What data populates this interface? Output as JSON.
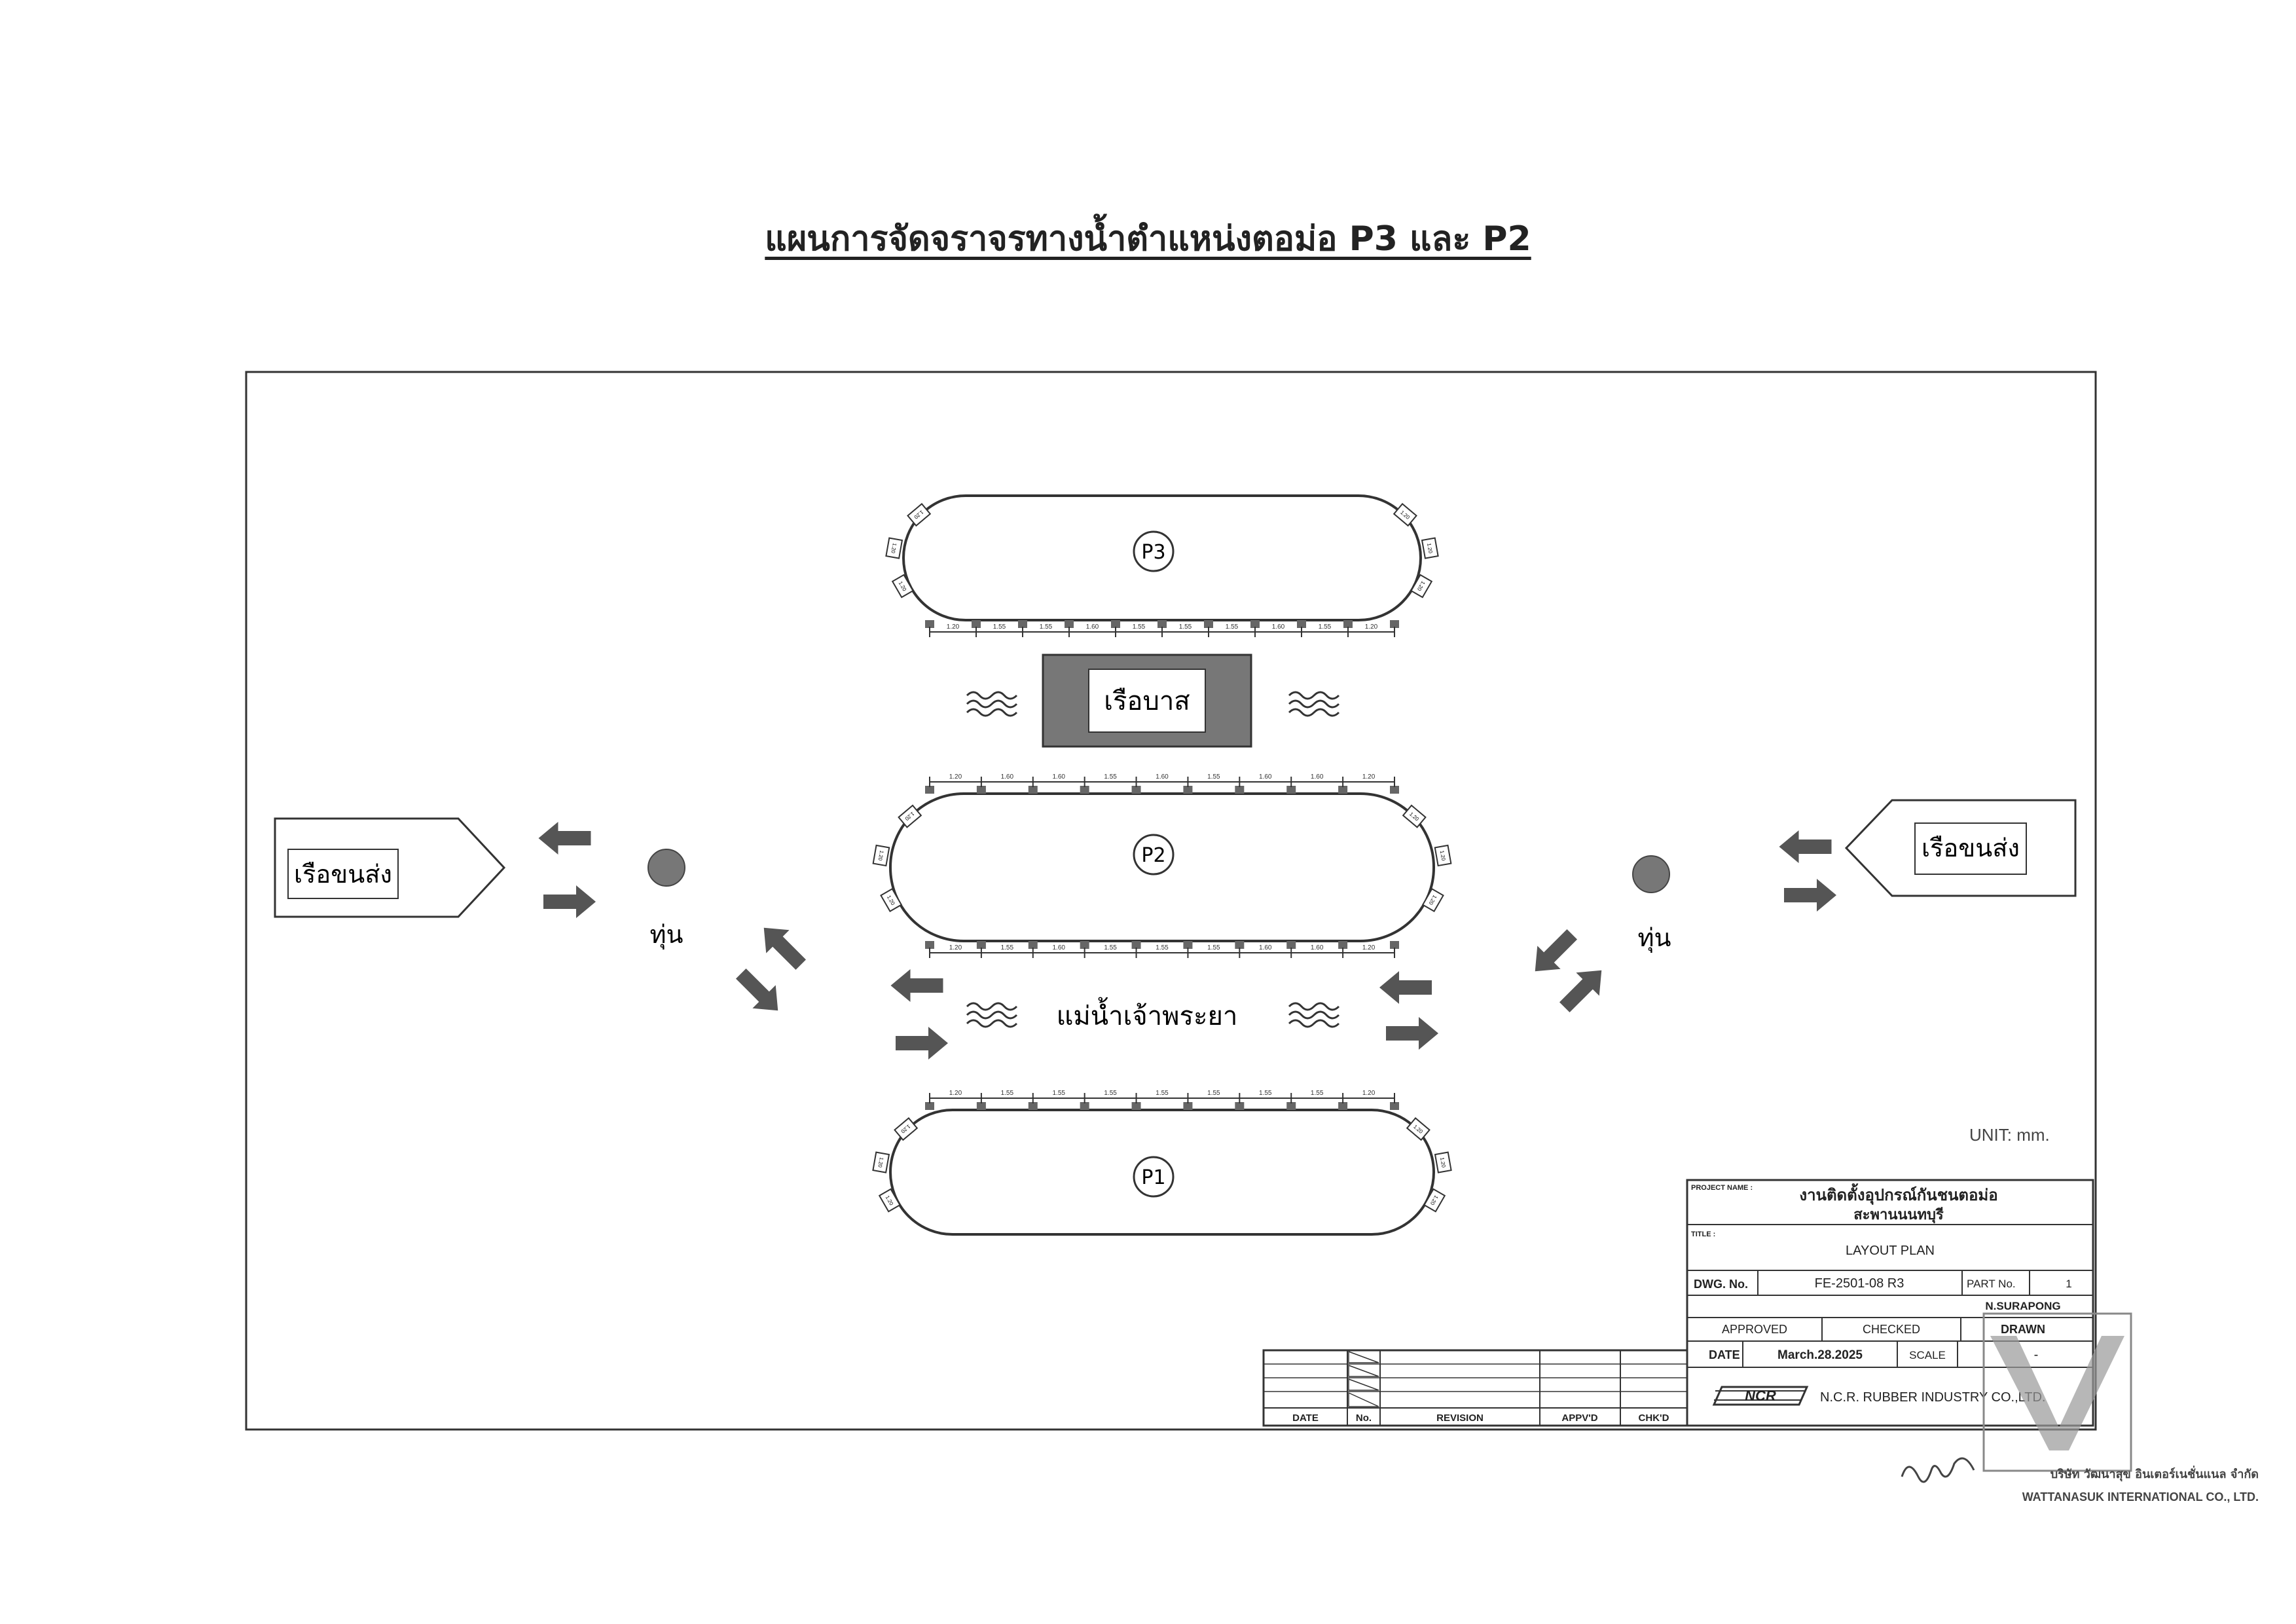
{
  "title": "แผนการจัดจราจรทางน้ำตำแหน่งตอม่อ P3 และ P2",
  "piers": {
    "p3": "P3",
    "p2": "P2",
    "p1": "P1"
  },
  "labels": {
    "bus_boat": "เรือบาส",
    "river": "แม่น้ำเจ้าพระยา",
    "transport_boat_left": "เรือขนส่ง",
    "transport_boat_right": "เรือขนส่ง",
    "buoy_left": "ทุ่น",
    "buoy_right": "ทุ่น"
  },
  "fender_spacing": {
    "p3_bottom": [
      "1.20",
      "1.55",
      "1.55",
      "1.60",
      "1.55",
      "1.55",
      "1.55",
      "1.60",
      "1.55",
      "1.20"
    ],
    "p2_top": [
      "1.20",
      "1.60",
      "1.60",
      "1.55",
      "1.60",
      "1.55",
      "1.60",
      "1.60",
      "1.20"
    ],
    "p2_bottom": [
      "1.20",
      "1.55",
      "1.60",
      "1.55",
      "1.55",
      "1.55",
      "1.60",
      "1.60",
      "1.20"
    ],
    "p1_top": [
      "1.20",
      "1.55",
      "1.55",
      "1.55",
      "1.55",
      "1.55",
      "1.55",
      "1.55",
      "1.20"
    ],
    "end_short": "1.20"
  },
  "unit": "UNIT: mm.",
  "title_block": {
    "project_name_label": "PROJECT NAME :",
    "project_name_line1": "งานติดตั้งอุปกรณ์กันชนตอม่อ",
    "project_name_line2": "สะพานนนทบุรี",
    "title_label": "TITLE :",
    "title_value": "LAYOUT PLAN",
    "dwg_no_label": "DWG. No.",
    "dwg_no_value": "FE-2501-08 R3",
    "part_no_label": "PART No.",
    "part_no_value": "1",
    "approved_label": "APPROVED",
    "checked_label": "CHECKED",
    "drawn_label": "DRAWN",
    "drawn_name": "N.SURAPONG",
    "date_label": "DATE",
    "date_value": "March.28.2025",
    "scale_label": "SCALE",
    "scale_value": "-",
    "logo": "NCR",
    "company": "N.C.R. RUBBER INDUSTRY CO.,LTD."
  },
  "revision_block": {
    "date": "DATE",
    "no": "No.",
    "revision": "REVISION",
    "appvd": "APPV'D",
    "chkd": "CHK'D"
  },
  "company_stamp": {
    "line1": "บริษัท วัฒนาสุข อินเตอร์เนชั่นแนล จำกัด",
    "line2": "WATTANASUK INTERNATIONAL CO., LTD."
  },
  "colors": {
    "arrow": "#555555",
    "buoy": "#777777",
    "bus_boat_fill": "#777777",
    "line": "#333333"
  }
}
